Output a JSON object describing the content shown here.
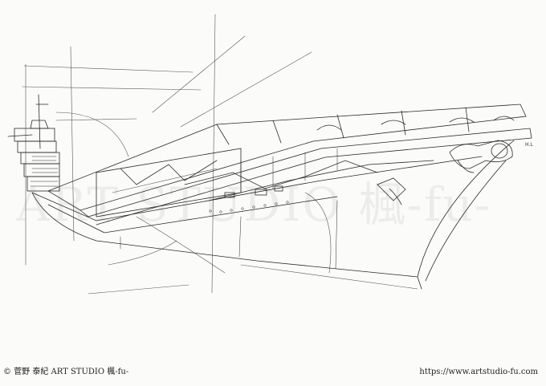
{
  "artwork": {
    "subject": "ship-line-art"
  },
  "watermark": {
    "text": "ART STUDIO 楓-fu-"
  },
  "annotation": {
    "hl": "H.L"
  },
  "footer": {
    "copyright": "© 菅野 泰紀 ART STUDIO 楓-fu-",
    "url": "https://www.artstudio-fu.com"
  },
  "colors": {
    "line": "#2a2a2a",
    "paper": "#fbfbf9"
  }
}
